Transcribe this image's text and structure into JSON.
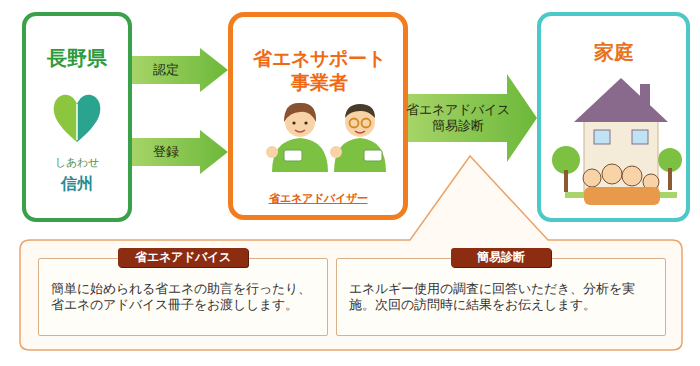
{
  "diagram": {
    "nodes": [
      {
        "text": [
          "長野県",
          "しあわせ",
          "信州"
        ]
      },
      {
        "text": [
          "省エネサポート 事業者",
          "省エネアドバイザー"
        ]
      },
      {
        "text": [
          "家庭"
        ]
      },
      {
        "text": [
          "省エネアドバイス",
          "簡単に始められる省エネの助言を行ったり、省エネのアドバイス冊子をお渡しします。"
        ]
      },
      {
        "text": [
          "簡易診断",
          "エネルギー使用の調査に回答いただき、分析を実施。次回の訪問時に結果をお伝えします。"
        ]
      }
    ],
    "edges": [
      {
        "from": 0,
        "to": 1,
        "label": "認定",
        "arrow": "to"
      },
      {
        "from": 0,
        "to": 1,
        "label": "登録",
        "arrow": "to"
      },
      {
        "from": 1,
        "to": 2,
        "label": "省エネアドバイス 簡易診断",
        "arrow": "to"
      }
    ]
  }
}
